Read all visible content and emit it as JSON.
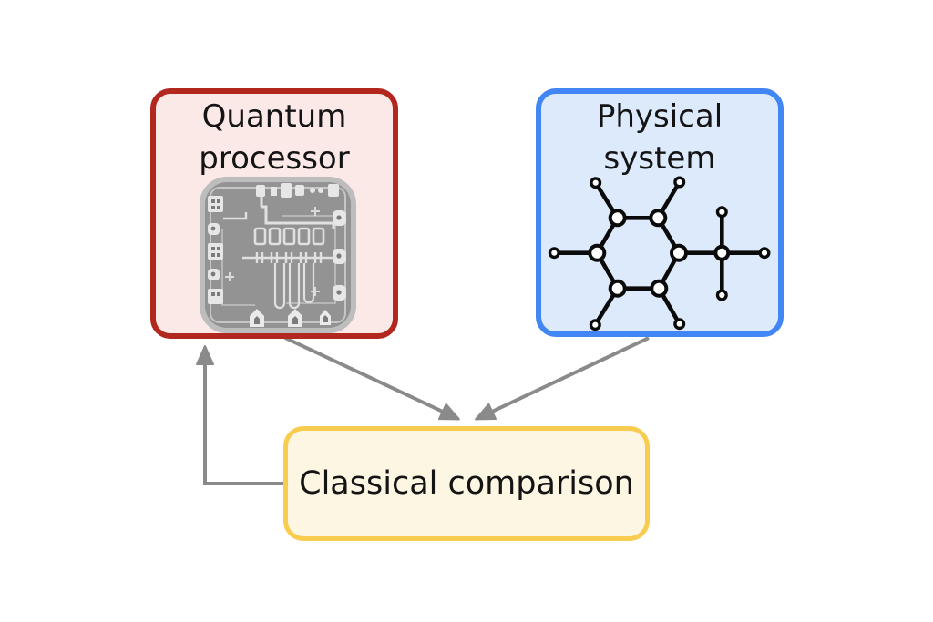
{
  "page": {
    "background_color": "#ffffff"
  },
  "diagram": {
    "type": "flowchart",
    "arrow_color": "#8a8a8a",
    "text_color": "#141414",
    "nodes": [
      {
        "id": "quantum-processor",
        "label_lines": [
          "Quantum",
          "processor"
        ],
        "border_color": "#b2281e",
        "fill_color": "#fbe9e7",
        "icon": "quantum-chip-photo"
      },
      {
        "id": "physical-system",
        "label_lines": [
          "Physical",
          "system"
        ],
        "border_color": "#4285f4",
        "fill_color": "#dceafb",
        "icon": "molecule-structure"
      },
      {
        "id": "classical-comparison",
        "label_lines": [
          "Classical comparison"
        ],
        "border_color": "#f8cc4e",
        "fill_color": "#fdf6e3",
        "icon": ""
      }
    ],
    "edges": [
      {
        "from": "quantum-processor",
        "to": "classical-comparison",
        "style": "straight-diagonal"
      },
      {
        "from": "physical-system",
        "to": "classical-comparison",
        "style": "straight-diagonal"
      },
      {
        "from": "classical-comparison",
        "to": "quantum-processor",
        "style": "elbow-left-up"
      }
    ]
  }
}
